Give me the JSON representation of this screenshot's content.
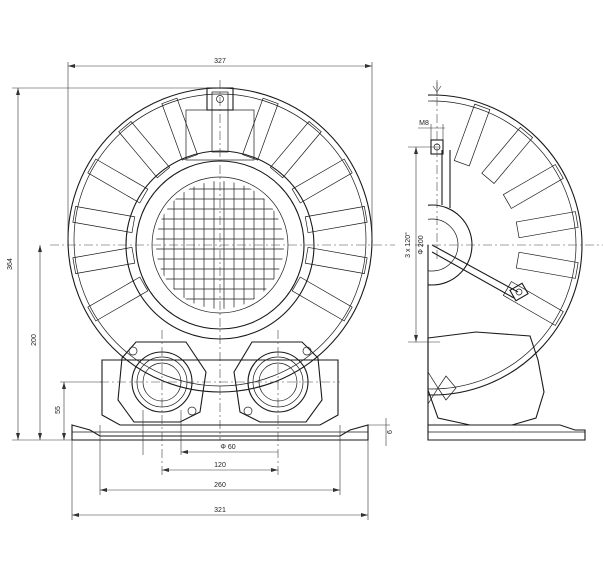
{
  "dimensions": {
    "overall_width_top": "327",
    "overall_height": "364",
    "center_height": "200",
    "outlet_height": "55",
    "pipe_diameter": "Φ 60",
    "port_spacing": "120",
    "mount_spacing": "260",
    "base_width": "321",
    "side_bolt": "M8",
    "side_pcd": "Φ 200",
    "side_holes": "3 x 120°",
    "base_thickness": "6"
  }
}
